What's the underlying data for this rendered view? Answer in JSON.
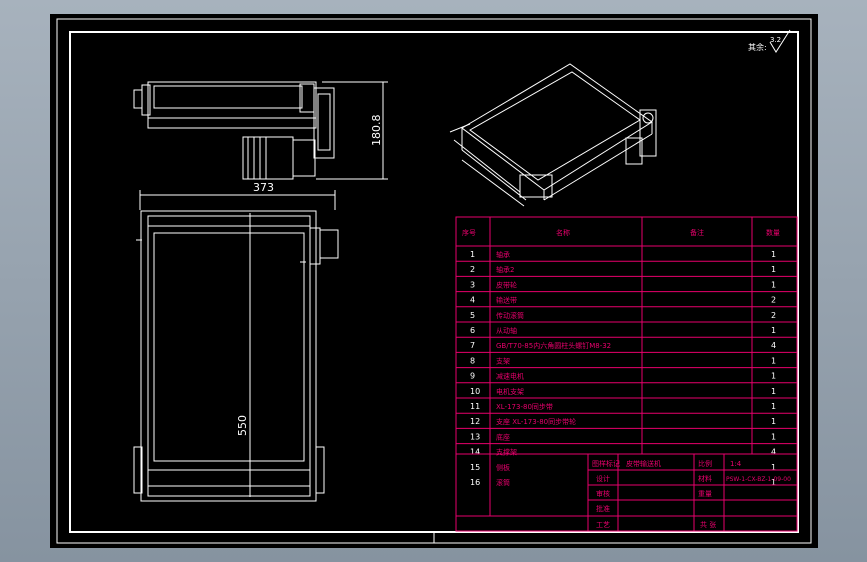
{
  "roughness": {
    "label": "其余:",
    "value": "3.2"
  },
  "dimensions": {
    "height": "180.8",
    "width": "373",
    "length": "550"
  },
  "bom": {
    "headers": [
      "序号",
      "名称",
      "备注",
      "数量"
    ],
    "rows": [
      {
        "no": "1",
        "name": "轴承",
        "qty": "1"
      },
      {
        "no": "2",
        "name": "轴承2",
        "qty": "1"
      },
      {
        "no": "3",
        "name": "皮带轮",
        "qty": "1"
      },
      {
        "no": "4",
        "name": "输送带",
        "qty": "2"
      },
      {
        "no": "5",
        "name": "传动滚筒",
        "qty": "2"
      },
      {
        "no": "6",
        "name": "从动轴",
        "qty": "1"
      },
      {
        "no": "7",
        "name": "GB/T70-85内六角圆柱头螺钉M8-32",
        "qty": "4"
      },
      {
        "no": "8",
        "name": "支架",
        "qty": "1"
      },
      {
        "no": "9",
        "name": "减速电机",
        "qty": "1"
      },
      {
        "no": "10",
        "name": "电机支架",
        "qty": "1"
      },
      {
        "no": "11",
        "name": "XL-173-80同步带",
        "qty": "1"
      },
      {
        "no": "12",
        "name": "支座 XL-173-80同步带轮",
        "qty": "1"
      },
      {
        "no": "13",
        "name": "底座",
        "qty": "1"
      },
      {
        "no": "14",
        "name": "支撑架",
        "qty": "4"
      },
      {
        "no": "15",
        "name": "侧板",
        "qty": "1"
      },
      {
        "no": "16",
        "name": "滚筒",
        "qty": "1"
      }
    ]
  },
  "titleblock": {
    "project": "皮带输送机",
    "drawing_no": "PSW-1-CX-BZ-1-09-00",
    "scale": "1:4",
    "design": "设计",
    "check": "审核",
    "process": "工艺",
    "approve": "批准",
    "material": "材料",
    "weight": "重量",
    "sheet": "共 张",
    "label_a": "图样标记",
    "label_b": "比例"
  }
}
